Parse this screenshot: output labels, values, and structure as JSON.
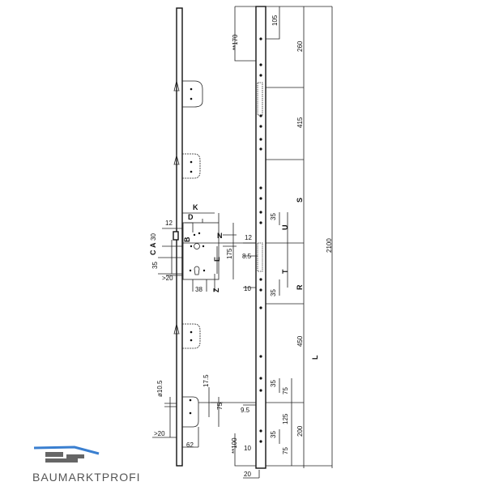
{
  "drawing": {
    "strip_labels": {
      "top_offset": "**170",
      "first_hole": "105",
      "upper_section": "260",
      "second_section": "415",
      "s": "S",
      "total": "2100",
      "u_35": "35",
      "u": "U",
      "bolt_12": "12",
      "latch_8_5": "8.5",
      "t": "T",
      "r": "R",
      "pitch_10": "10",
      "t_35": "35",
      "section_450": "450",
      "l": "L",
      "lower_35a": "35",
      "lower_75a": "75",
      "lower_9_5": "9.5",
      "lower_125": "125",
      "lower_200": "200",
      "lower_35b": "35",
      "bottom_offset": "**100",
      "lower_10": "10",
      "lower_75b": "75",
      "width_20": "20"
    },
    "lock_labels": {
      "k": "K",
      "d": "D",
      "face_12": "12",
      "a": "A",
      "a_30": "30",
      "b": "B",
      "n": "N",
      "c": "C",
      "height_175": "175",
      "e": "E",
      "c_35": "35",
      "gt_20": ">20",
      "dist_38": "38",
      "z": "Z"
    },
    "bottom_labels": {
      "dia": "ø10.5",
      "h_17_5": "17.5",
      "h_75": "75",
      "gt_20": ">20",
      "w_62": "62"
    }
  },
  "logo": {
    "text": "BAUMARKTPROFI",
    "colors": {
      "roof": "#3a7fd0",
      "bricks": "#666666"
    }
  }
}
